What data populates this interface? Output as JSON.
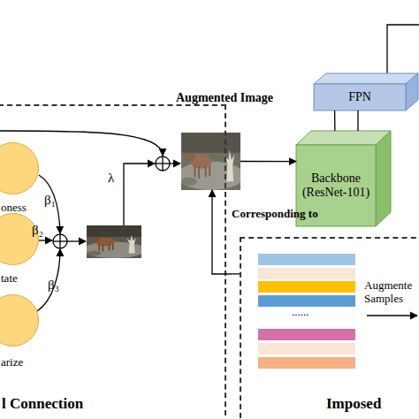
{
  "diagram": {
    "nodes": [
      {
        "text": [
          "l Connection"
        ]
      },
      {
        "text": [
          "oness"
        ],
        "in": 0
      },
      {
        "text": [
          "tate"
        ],
        "in": 0
      },
      {
        "text": [
          "arize"
        ],
        "in": 0
      },
      {
        "text": [
          "Augmented Image"
        ]
      },
      {
        "text": [
          "FPN"
        ]
      },
      {
        "text": [
          "Backbone (ResNet-101)"
        ]
      },
      {
        "text": [
          "Imposed"
        ]
      }
    ],
    "edges": [
      {
        "from": 4,
        "to": 6,
        "arrow": "to"
      },
      {
        "from": 5,
        "to": 6,
        "arrow": "none"
      },
      {
        "from": 5,
        "to": 6,
        "arrow": "none"
      },
      {
        "from": 7,
        "to": 4,
        "arrow": "to",
        "label": "Corresponding to"
      }
    ],
    "labels": [
      "β₁",
      "β₂",
      "β₃",
      "λ",
      "......",
      "Augmente Samples"
    ]
  }
}
